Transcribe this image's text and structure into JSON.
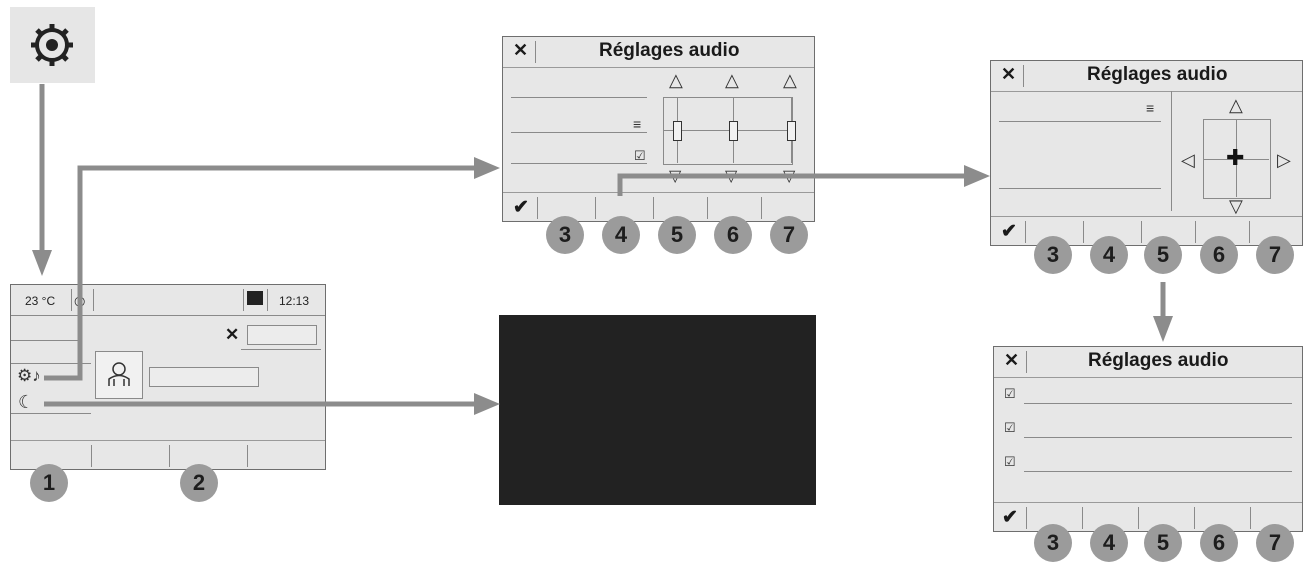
{
  "settings_icon": "gear-icon",
  "main_screen": {
    "temperature": "23 °C",
    "time": "12:13",
    "close_symbol": "✕",
    "rows": [
      {
        "icon": "audio-settings-icon",
        "glyph": "⚙♪"
      },
      {
        "icon": "night-mode-icon",
        "glyph": "☾"
      }
    ],
    "badges": [
      "1",
      "2"
    ]
  },
  "audio_screen_1": {
    "title": "Réglages audio",
    "close_symbol": "✕",
    "confirm_symbol": "✔",
    "up_arrow": "△",
    "down_arrow": "▽",
    "badges": [
      "3",
      "4",
      "5",
      "6",
      "7"
    ]
  },
  "audio_screen_2": {
    "title": "Réglages audio",
    "close_symbol": "✕",
    "confirm_symbol": "✔",
    "arrows": {
      "up": "△",
      "down": "▽",
      "left": "◁",
      "right": "▷",
      "center": "✚"
    },
    "badges": [
      "3",
      "4",
      "5",
      "6",
      "7"
    ]
  },
  "audio_screen_3": {
    "title": "Réglages audio",
    "close_symbol": "✕",
    "confirm_symbol": "✔",
    "badges": [
      "3",
      "4",
      "5",
      "6",
      "7"
    ]
  },
  "colors": {
    "arrow": "#8c8c8c",
    "screen": "#e7e7e7",
    "badge": "#9b9b9b",
    "black_screen": "#222222"
  }
}
